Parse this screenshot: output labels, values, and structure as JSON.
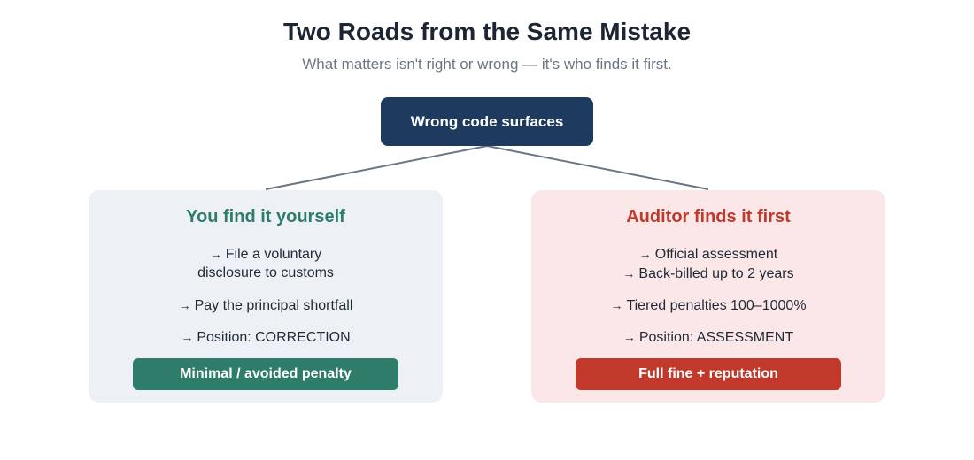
{
  "title": "Two Roads from the Same Mistake",
  "subtitle": "What matters isn't right or wrong — it's who finds it first.",
  "root": {
    "label": "Wrong code surfaces"
  },
  "left": {
    "title": "You find it yourself",
    "items": [
      [
        "File a voluntary",
        "disclosure to customs"
      ],
      [
        "Pay the principal shortfall"
      ],
      [
        "Position: CORRECTION"
      ]
    ],
    "badge": "Minimal / avoided penalty",
    "color": "#2e7d6a"
  },
  "right": {
    "title": "Auditor finds it first",
    "items": [
      [
        "Official assessment",
        "Back-billed up to 2 years"
      ],
      [
        "Tiered penalties 100–1000%"
      ],
      [
        "Position: ASSESSMENT"
      ]
    ],
    "badge": "Full fine + reputation",
    "color": "#c0392b"
  },
  "arrow_glyph": "→",
  "colors": {
    "root_bg": "#1f3a5f",
    "left_bg": "#edf0f5",
    "right_bg": "#fbe7e7",
    "connector": "#6b7583"
  }
}
